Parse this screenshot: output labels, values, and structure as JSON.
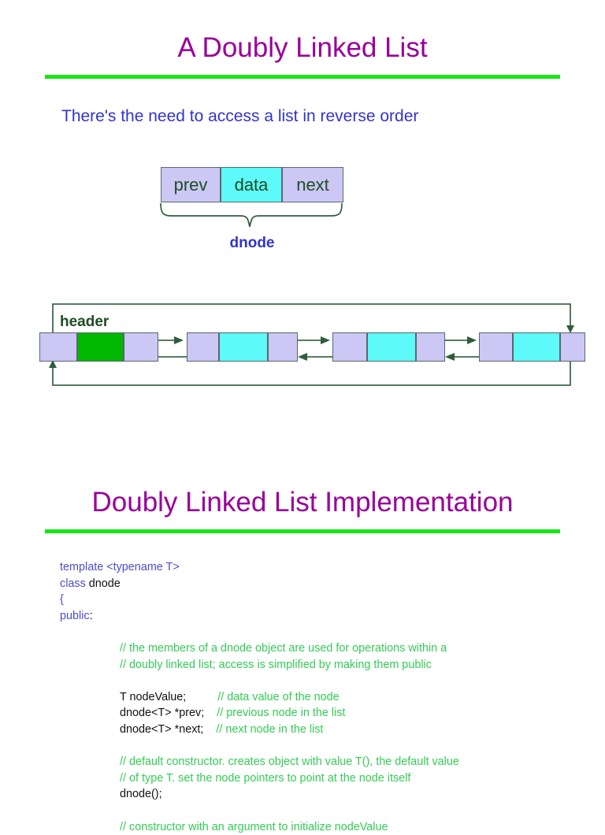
{
  "slide1": {
    "title": "A Doubly Linked List",
    "subtitle": "There's the need to access a list in reverse order",
    "dnode_diagram": {
      "cells": [
        {
          "label": "prev",
          "color": "#ccc7f4"
        },
        {
          "label": "data",
          "color": "#5ef9f9"
        },
        {
          "label": "next",
          "color": "#ccc7f4"
        }
      ],
      "brace_label": "dnode"
    },
    "list_diagram": {
      "header_label": "header",
      "header_data_color": "#00b800",
      "node_data_color": "#5ef9f9",
      "pointer_color": "#ccc7f4",
      "node_count": 4
    }
  },
  "slide2": {
    "title": "Doubly Linked List Implementation",
    "code": [
      {
        "indent": 0,
        "parts": [
          {
            "t": "template ",
            "c": "kw"
          },
          {
            "t": "<",
            "c": "kw"
          },
          {
            "t": "typename",
            "c": "kw"
          },
          {
            "t": " T>",
            "c": "kw"
          }
        ]
      },
      {
        "indent": 0,
        "parts": [
          {
            "t": "class ",
            "c": "kw"
          },
          {
            "t": "dnode",
            "c": "id"
          }
        ]
      },
      {
        "indent": 0,
        "parts": [
          {
            "t": "{",
            "c": "kw"
          }
        ]
      },
      {
        "indent": 0,
        "parts": [
          {
            "t": "public",
            "c": "kw"
          },
          {
            "t": ":",
            "c": "id"
          }
        ]
      },
      {
        "indent": 0,
        "parts": []
      },
      {
        "indent": 1,
        "parts": [
          {
            "t": "// the members of a dnode object are used for operations within a",
            "c": "cm"
          }
        ]
      },
      {
        "indent": 1,
        "parts": [
          {
            "t": "// doubly linked list; access is simplified by making them public",
            "c": "cm"
          }
        ]
      },
      {
        "indent": 0,
        "parts": []
      },
      {
        "indent": 1,
        "parts": [
          {
            "t": "T nodeValue;",
            "c": "id"
          },
          {
            "t": "          ",
            "c": "id"
          },
          {
            "t": "// data value of the node",
            "c": "cm"
          }
        ]
      },
      {
        "indent": 1,
        "parts": [
          {
            "t": "dnode<T> *prev;",
            "c": "id"
          },
          {
            "t": "    ",
            "c": "id"
          },
          {
            "t": "// previous node in the list",
            "c": "cm"
          }
        ]
      },
      {
        "indent": 1,
        "parts": [
          {
            "t": "dnode<T> *next;",
            "c": "id"
          },
          {
            "t": "    ",
            "c": "id"
          },
          {
            "t": "// next node in the list",
            "c": "cm"
          }
        ]
      },
      {
        "indent": 0,
        "parts": []
      },
      {
        "indent": 1,
        "parts": [
          {
            "t": "// default constructor. creates object with value T(), the default value",
            "c": "cm"
          }
        ]
      },
      {
        "indent": 1,
        "parts": [
          {
            "t": "// of type T. set the node pointers to point at the node itself",
            "c": "cm"
          }
        ]
      },
      {
        "indent": 1,
        "parts": [
          {
            "t": "dnode();",
            "c": "id"
          }
        ]
      },
      {
        "indent": 0,
        "parts": []
      },
      {
        "indent": 1,
        "parts": [
          {
            "t": "// constructor with an argument to initialize nodeValue",
            "c": "cm"
          }
        ]
      }
    ]
  },
  "colors": {
    "title": "#990099",
    "rule": "#19e619",
    "subtitle": "#3333cc",
    "comment": "#33cc55",
    "keyword": "#4d4dcc",
    "wire": "#3d6b4a"
  }
}
